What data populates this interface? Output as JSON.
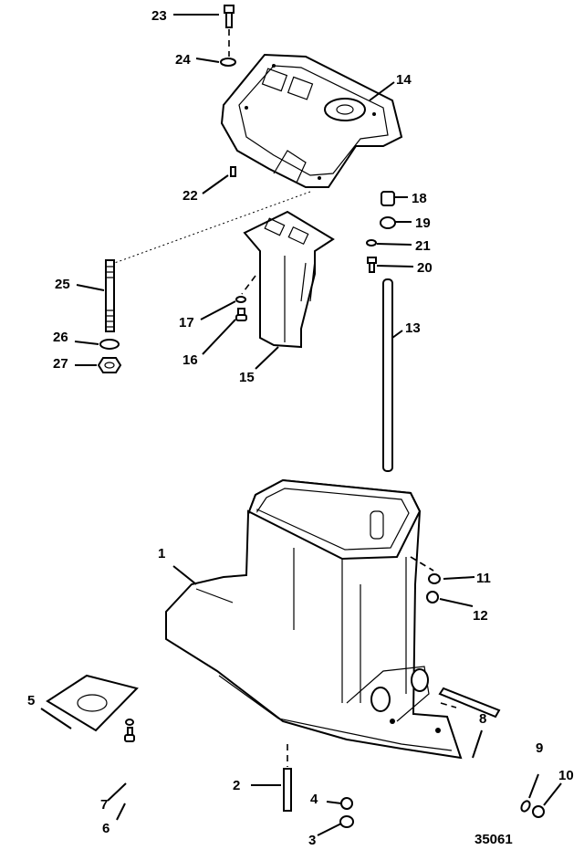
{
  "diagram": {
    "figure_number": "35061",
    "callouts": {
      "c1": "1",
      "c2": "2",
      "c3": "3",
      "c4": "4",
      "c5": "5",
      "c6": "6",
      "c7": "7",
      "c8": "8",
      "c9": "9",
      "c10": "10",
      "c11": "11",
      "c12": "12",
      "c13": "13",
      "c14": "14",
      "c15": "15",
      "c16": "16",
      "c17": "17",
      "c18": "18",
      "c19": "19",
      "c20": "20",
      "c21": "21",
      "c22": "22",
      "c23": "23",
      "c24": "24",
      "c25": "25",
      "c26": "26",
      "c27": "27"
    },
    "colors": {
      "line": "#000000",
      "background": "#ffffff"
    }
  }
}
